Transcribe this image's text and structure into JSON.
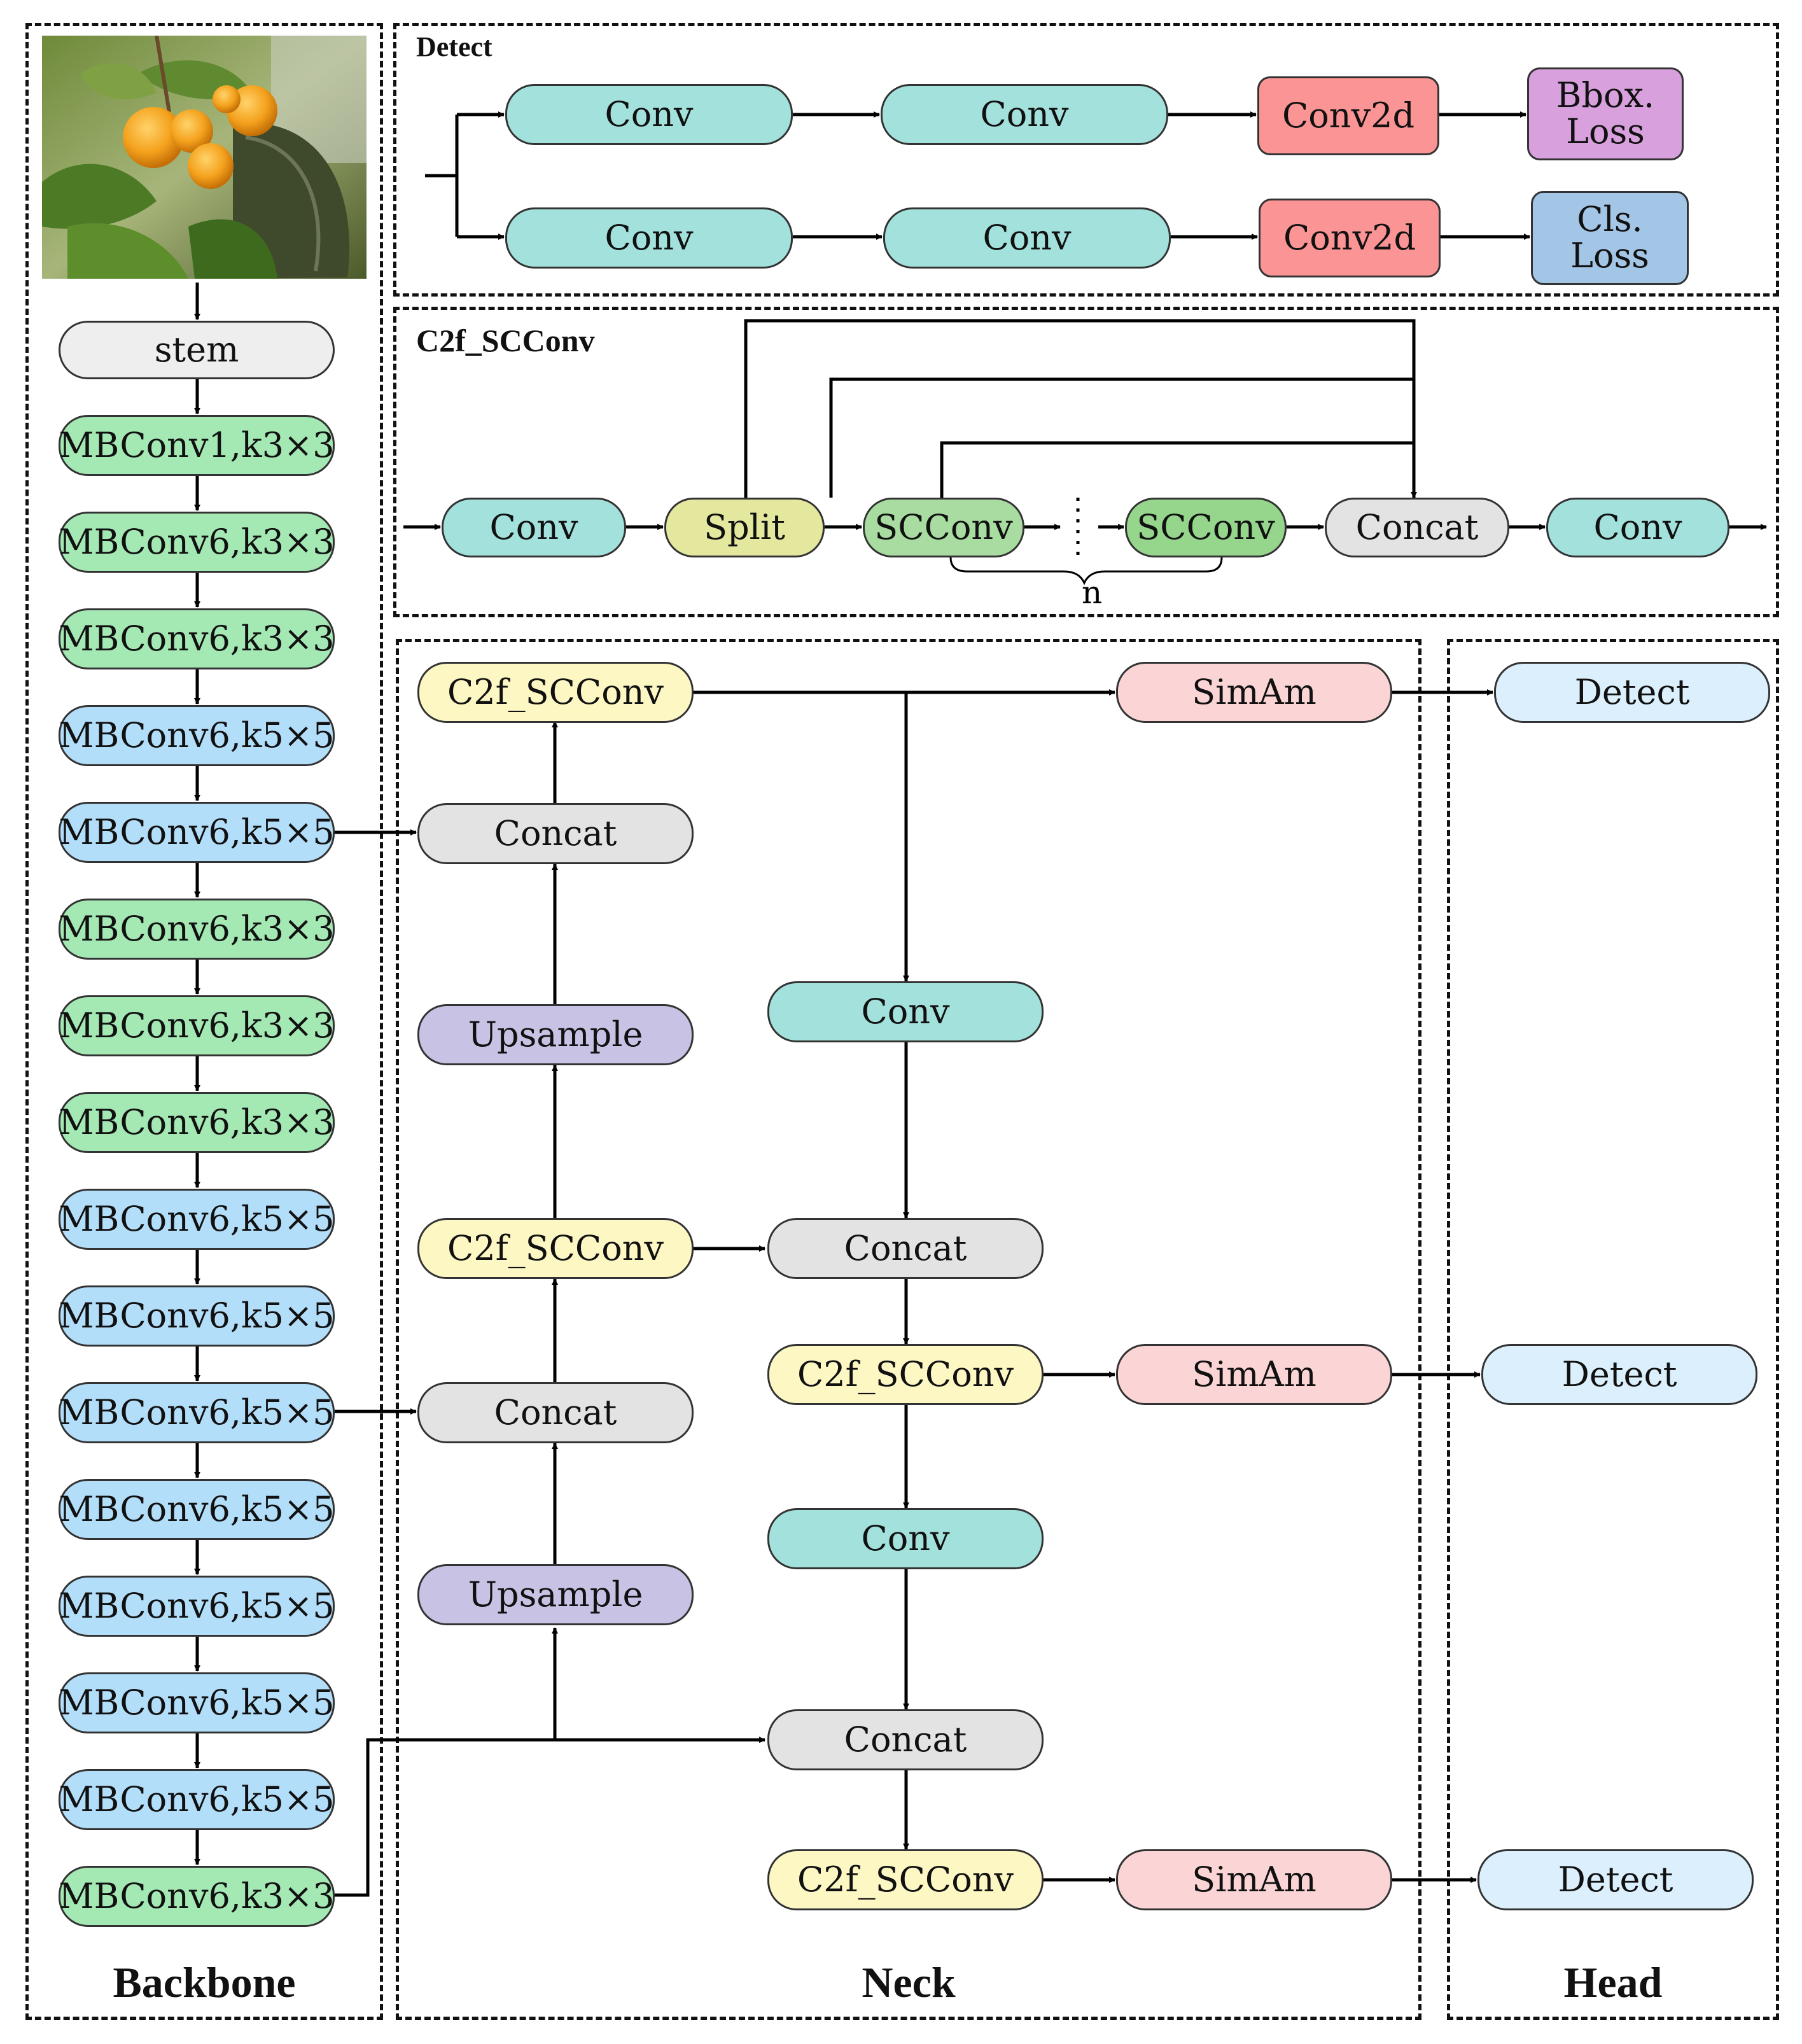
{
  "sections": {
    "backbone": "Backbone",
    "neck": "Neck",
    "head": "Head",
    "detect_block": "Detect",
    "c2f_block": "C2f_SCConv"
  },
  "backbone": {
    "stem": "stem",
    "layers": [
      "MBConv1,k3×3",
      "MBConv6,k3×3",
      "MBConv6,k3×3",
      "MBConv6,k5×5",
      "MBConv6,k5×5",
      "MBConv6,k3×3",
      "MBConv6,k3×3",
      "MBConv6,k3×3",
      "MBConv6,k5×5",
      "MBConv6,k5×5",
      "MBConv6,k5×5",
      "MBConv6,k5×5",
      "MBConv6,k5×5",
      "MBConv6,k5×5",
      "MBConv6,k5×5",
      "MBConv6,k3×3"
    ]
  },
  "detect_block": {
    "row1": [
      "Conv",
      "Conv",
      "Conv2d",
      "Bbox.\nLoss"
    ],
    "row2": [
      "Conv",
      "Conv",
      "Conv2d",
      "Cls.\nLoss"
    ]
  },
  "c2f_block": {
    "conv_in": "Conv",
    "split": "Split",
    "scconv_a": "SCConv",
    "scconv_b": "SCConv",
    "concat": "Concat",
    "conv_out": "Conv",
    "repeat_label": "n"
  },
  "neck": {
    "c2f_top": "C2f_SCConv",
    "concat_top": "Concat",
    "upsample_top": "Upsample",
    "c2f_mid_left": "C2f_SCConv",
    "concat_mid_left": "Concat",
    "upsample_bottom": "Upsample",
    "conv_1": "Conv",
    "concat_mid_right": "Concat",
    "c2f_mid_right": "C2f_SCConv",
    "conv_2": "Conv",
    "concat_bottom": "Concat",
    "c2f_bottom": "C2f_SCConv",
    "simam_1": "SimAm",
    "simam_2": "SimAm",
    "simam_3": "SimAm"
  },
  "head": {
    "detect_1": "Detect",
    "detect_2": "Detect",
    "detect_3": "Detect"
  },
  "colors": {
    "stem": "#eeeeee",
    "mbconv_k3": "#a4e8b4",
    "mbconv_k5": "#b3defa",
    "conv": "#a3e1dc",
    "c2f": "#fdf7c4",
    "simam": "#fbd5d5",
    "detect": "#dbf0fc",
    "upsample": "#c8c3e4",
    "concat": "#e3e3e3",
    "conv2d": "#fb9494",
    "bbox_loss": "#d8a0dc",
    "cls_loss": "#a3c5e6"
  }
}
